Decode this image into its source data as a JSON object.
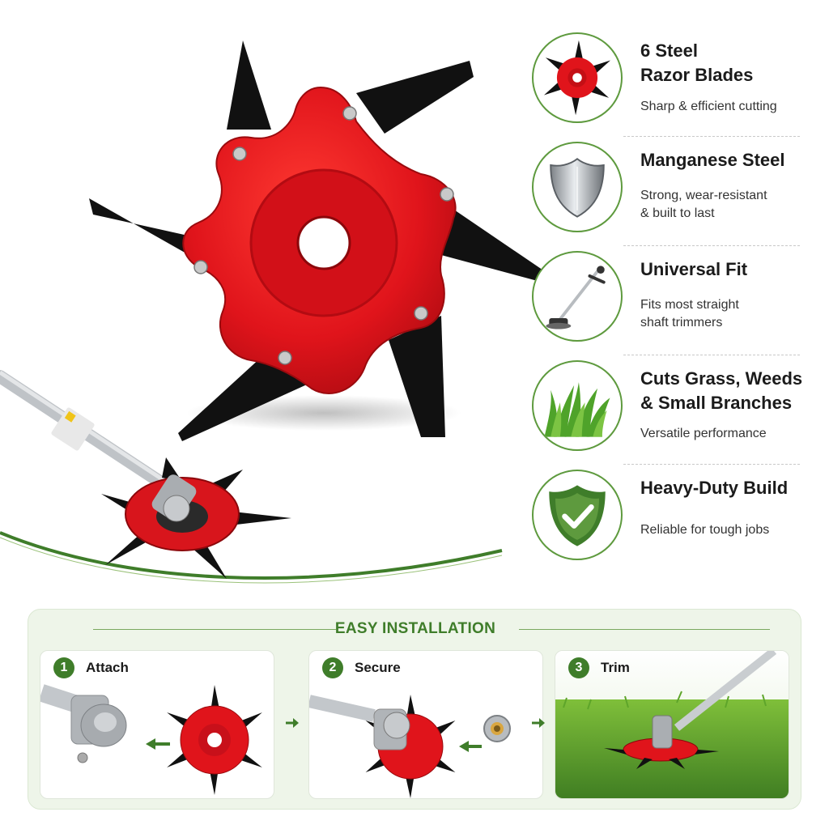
{
  "features": [
    {
      "title_line1": "6 Steel",
      "title_line2": "Razor Blades",
      "desc_line1": "Sharp & efficient cutting",
      "desc_line2": "",
      "icon": "blade-icon"
    },
    {
      "title_line1": "Manganese Steel",
      "title_line2": "",
      "desc_line1": "Strong, wear-resistant",
      "desc_line2": "& built to last",
      "icon": "steel-shield-icon"
    },
    {
      "title_line1": "Universal Fit",
      "title_line2": "",
      "desc_line1": "Fits most straight",
      "desc_line2": "shaft trimmers",
      "icon": "trimmer-icon"
    },
    {
      "title_line1": "Cuts Grass, Weeds",
      "title_line2": "& Small Branches",
      "desc_line1": "Versatile performance",
      "desc_line2": "",
      "icon": "grass-icon"
    },
    {
      "title_line1": "Heavy-Duty Build",
      "title_line2": "",
      "desc_line1": "Reliable for tough jobs",
      "desc_line2": "",
      "icon": "check-shield-icon"
    }
  ],
  "installation": {
    "title": "EASY INSTALLATION",
    "steps": [
      {
        "number": "1",
        "label": "Attach"
      },
      {
        "number": "2",
        "label": "Secure"
      },
      {
        "number": "3",
        "label": "Trim"
      }
    ]
  },
  "colors": {
    "accent_green": "#3f7d2a",
    "blade_red": "#e0141b",
    "blade_black": "#111111"
  }
}
